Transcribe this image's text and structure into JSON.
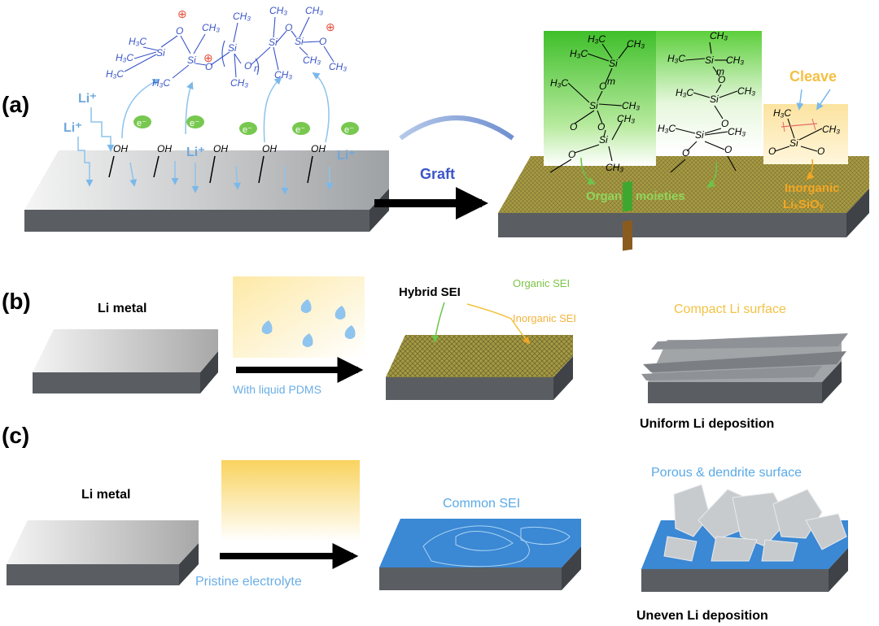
{
  "panels": {
    "a": {
      "label": "(a)",
      "graft_label": "Graft",
      "li_plus": "Li⁺",
      "electron": "e⁻",
      "hydroxyl": "OH",
      "charge": "⊕",
      "cleave_label": "Cleave",
      "organic_moieties": "Organic moieties",
      "inorganic_line1": "Inorganic",
      "inorganic_line2": "LiₓSiOᵧ",
      "chem": {
        "h3c": "H₃C",
        "ch3": "CH₃",
        "si": "Si",
        "o": "O",
        "n": "n",
        "m": "m"
      }
    },
    "b": {
      "label": "(b)",
      "li_metal": "Li metal",
      "with_pdms": "With liquid PDMS",
      "hybrid_sei": "Hybrid SEI",
      "organic_sei": "Organic SEI",
      "inorganic_sei": "Inorganic SEI",
      "compact_surface": "Compact Li surface",
      "uniform_deposition": "Uniform Li deposition"
    },
    "c": {
      "label": "(c)",
      "li_metal": "Li metal",
      "pristine": "Pristine electrolyte",
      "common_sei": "Common SEI",
      "porous_surface": "Porous & dendrite surface",
      "uneven_deposition": "Uneven Li deposition"
    }
  },
  "colors": {
    "blue_text": "#3a55c8",
    "light_blue": "#6fb3e8",
    "green_text": "#7cc447",
    "orange_text": "#f2a623",
    "olive": "#9a8a3a",
    "sei_blue": "#3b88d4",
    "slab_side": "#5a5e63"
  }
}
